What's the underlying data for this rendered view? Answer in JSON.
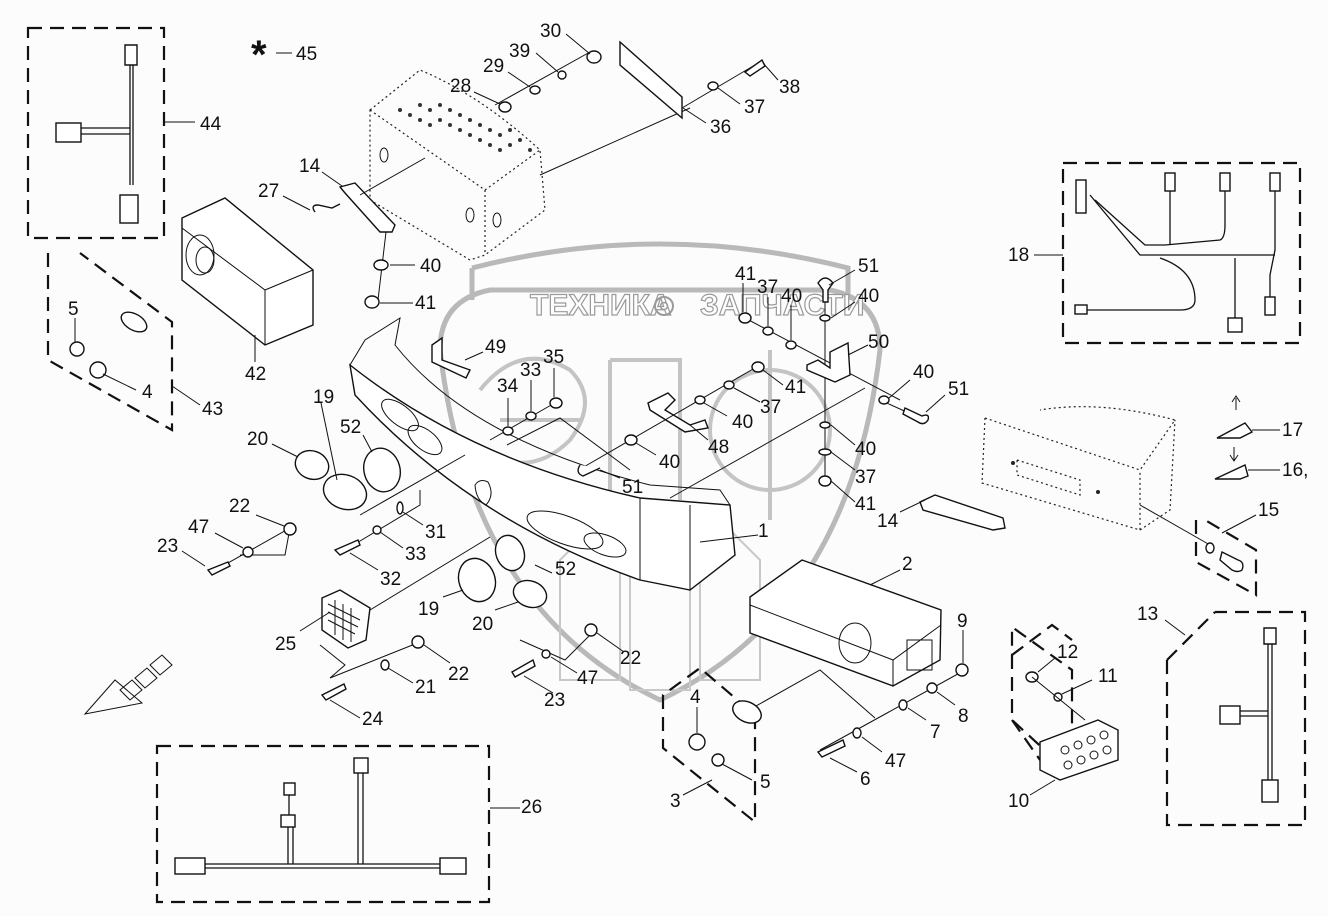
{
  "diagram": {
    "type": "exploded-parts-diagram",
    "watermark": {
      "left_text": "ТЕХНИКА",
      "right_text": "ЗАПЧАСТИ",
      "logo_letters": "ЭПФ"
    },
    "asterisk_note": {
      "symbol": "*",
      "label": "45"
    },
    "callouts": [
      {
        "id": "c1",
        "label": "1"
      },
      {
        "id": "c2",
        "label": "2"
      },
      {
        "id": "c3",
        "label": "3"
      },
      {
        "id": "c4a",
        "label": "4"
      },
      {
        "id": "c4b",
        "label": "4"
      },
      {
        "id": "c5a",
        "label": "5"
      },
      {
        "id": "c5b",
        "label": "5"
      },
      {
        "id": "c6",
        "label": "6"
      },
      {
        "id": "c7",
        "label": "7"
      },
      {
        "id": "c8",
        "label": "8"
      },
      {
        "id": "c9",
        "label": "9"
      },
      {
        "id": "c10",
        "label": "10"
      },
      {
        "id": "c11",
        "label": "11"
      },
      {
        "id": "c12",
        "label": "12"
      },
      {
        "id": "c13",
        "label": "13"
      },
      {
        "id": "c14a",
        "label": "14"
      },
      {
        "id": "c14b",
        "label": "14"
      },
      {
        "id": "c15",
        "label": "15"
      },
      {
        "id": "c16",
        "label": "16,"
      },
      {
        "id": "c17",
        "label": "17"
      },
      {
        "id": "c18",
        "label": "18"
      },
      {
        "id": "c19a",
        "label": "19"
      },
      {
        "id": "c19b",
        "label": "19"
      },
      {
        "id": "c20a",
        "label": "20"
      },
      {
        "id": "c20b",
        "label": "20"
      },
      {
        "id": "c21",
        "label": "21"
      },
      {
        "id": "c22a",
        "label": "22"
      },
      {
        "id": "c22b",
        "label": "22"
      },
      {
        "id": "c22c",
        "label": "22"
      },
      {
        "id": "c23a",
        "label": "23"
      },
      {
        "id": "c23b",
        "label": "23"
      },
      {
        "id": "c24",
        "label": "24"
      },
      {
        "id": "c25",
        "label": "25"
      },
      {
        "id": "c26",
        "label": "26"
      },
      {
        "id": "c27",
        "label": "27"
      },
      {
        "id": "c28",
        "label": "28"
      },
      {
        "id": "c29",
        "label": "29"
      },
      {
        "id": "c30",
        "label": "30"
      },
      {
        "id": "c31",
        "label": "31"
      },
      {
        "id": "c32",
        "label": "32"
      },
      {
        "id": "c33a",
        "label": "33"
      },
      {
        "id": "c33b",
        "label": "33"
      },
      {
        "id": "c34",
        "label": "34"
      },
      {
        "id": "c35",
        "label": "35"
      },
      {
        "id": "c36",
        "label": "36"
      },
      {
        "id": "c37a",
        "label": "37"
      },
      {
        "id": "c37b",
        "label": "37"
      },
      {
        "id": "c37c",
        "label": "37"
      },
      {
        "id": "c37d",
        "label": "37"
      },
      {
        "id": "c38",
        "label": "38"
      },
      {
        "id": "c39",
        "label": "39"
      },
      {
        "id": "c40a",
        "label": "40"
      },
      {
        "id": "c40b",
        "label": "40"
      },
      {
        "id": "c40c",
        "label": "40"
      },
      {
        "id": "c40d",
        "label": "40"
      },
      {
        "id": "c40e",
        "label": "40"
      },
      {
        "id": "c40f",
        "label": "40"
      },
      {
        "id": "c40g",
        "label": "40"
      },
      {
        "id": "c41a",
        "label": "41"
      },
      {
        "id": "c41b",
        "label": "41"
      },
      {
        "id": "c41c",
        "label": "41"
      },
      {
        "id": "c41d",
        "label": "41"
      },
      {
        "id": "c42",
        "label": "42"
      },
      {
        "id": "c43",
        "label": "43"
      },
      {
        "id": "c44",
        "label": "44"
      },
      {
        "id": "c47a",
        "label": "47"
      },
      {
        "id": "c47b",
        "label": "47"
      },
      {
        "id": "c47c",
        "label": "47"
      },
      {
        "id": "c48",
        "label": "48"
      },
      {
        "id": "c49",
        "label": "49"
      },
      {
        "id": "c50",
        "label": "50"
      },
      {
        "id": "c51a",
        "label": "51"
      },
      {
        "id": "c51b",
        "label": "51"
      },
      {
        "id": "c51c",
        "label": "51"
      },
      {
        "id": "c52a",
        "label": "52"
      },
      {
        "id": "c52b",
        "label": "52"
      }
    ]
  }
}
